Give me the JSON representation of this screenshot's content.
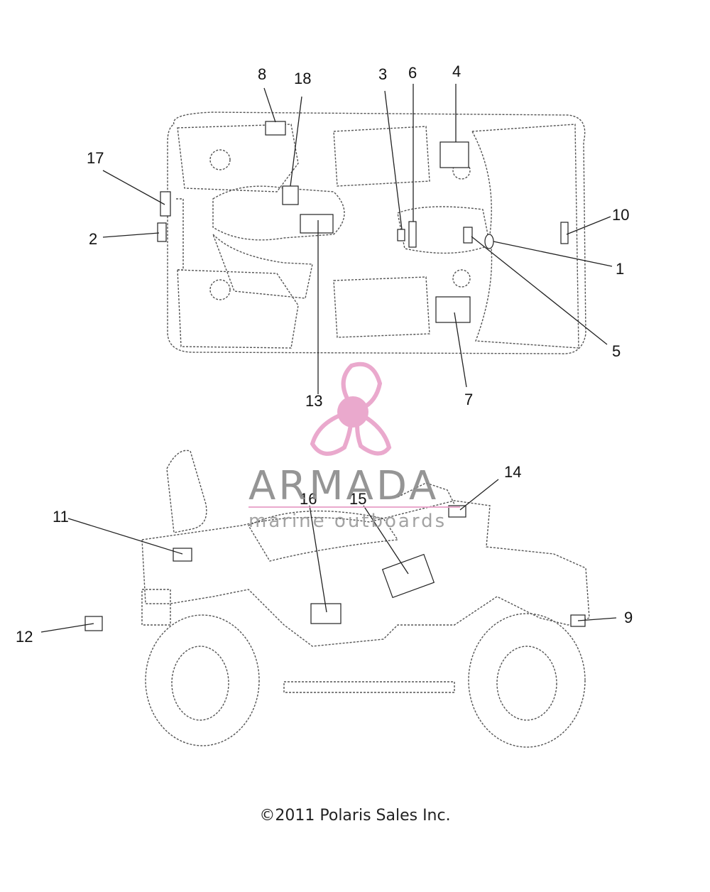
{
  "callouts": [
    "1",
    "2",
    "3",
    "4",
    "5",
    "6",
    "7",
    "8",
    "9",
    "10",
    "11",
    "12",
    "13",
    "14",
    "15",
    "16",
    "17",
    "18"
  ],
  "watermark": {
    "brand": "ARMADA",
    "tagline": "marine outboards",
    "color": "#e8a0c8"
  },
  "copyright": "©2011 Polaris Sales Inc."
}
